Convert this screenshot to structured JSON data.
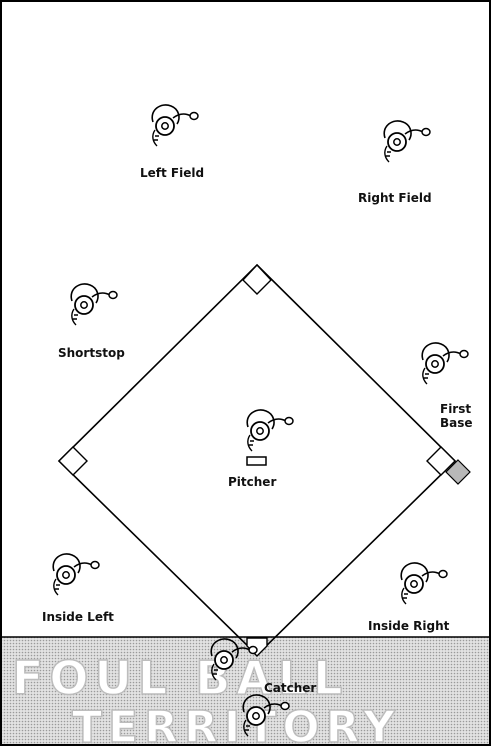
{
  "positions": {
    "left_field": "Left Field",
    "right_field": "Right Field",
    "shortstop": "Shortstop",
    "first_base": [
      "First",
      "Base"
    ],
    "pitcher": "Pitcher",
    "inside_left": "Inside Left",
    "inside_right": "Inside Right",
    "catcher": "Catcher"
  },
  "foul_zone": {
    "line1": "FOUL BALL",
    "line2": "TERRITORY"
  },
  "colors": {
    "foul_fill": "#cfcfcf",
    "line": "#000000",
    "base_fill": "#b8b8b8"
  }
}
